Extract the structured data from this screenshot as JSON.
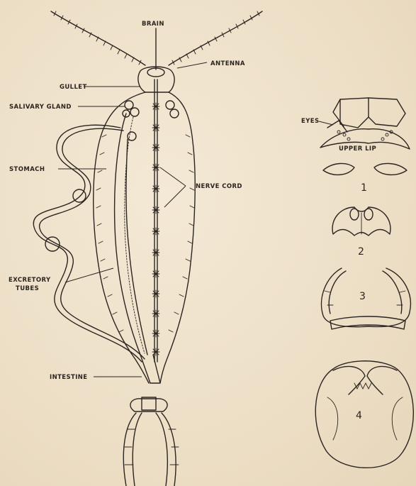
{
  "labels": {
    "brain": "BRAIN",
    "antenna": "ANTENNA",
    "gullet": "GULLET",
    "salivary_gland": "SALIVARY GLAND",
    "stomach": "STOMACH",
    "nerve_cord": "NERVE CORD",
    "excretory_tubes_line1": "EXCRETORY",
    "excretory_tubes_line2": "TUBES",
    "intestine": "INTESTINE",
    "eyes": "EYES",
    "upper_lip": "UPPER LIP"
  },
  "figure_numbers": [
    "1",
    "2",
    "3",
    "4"
  ]
}
